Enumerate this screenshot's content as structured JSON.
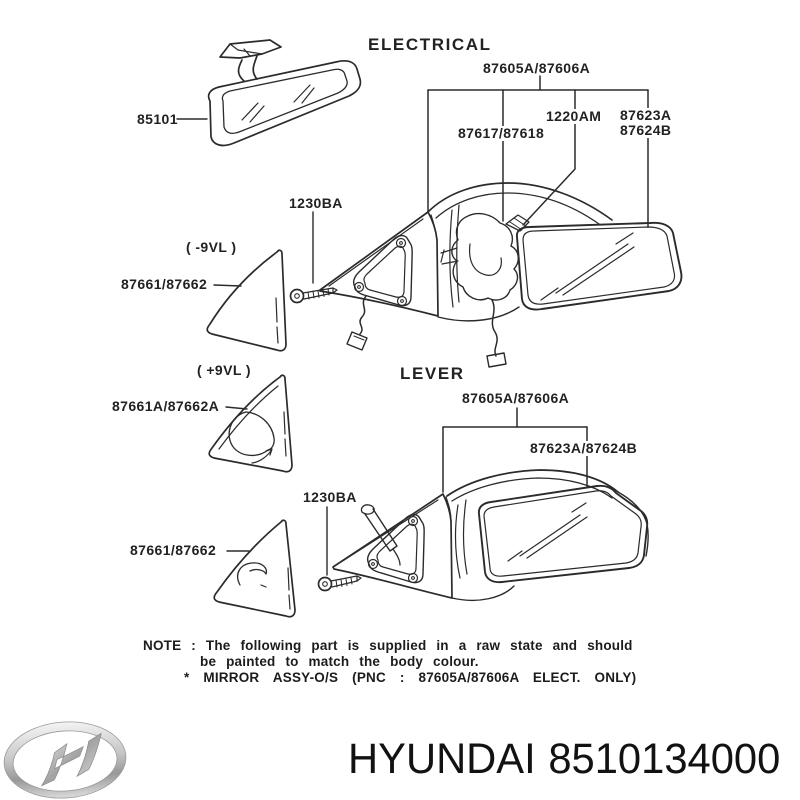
{
  "page": {
    "background": "#ffffff",
    "line_color": "#2b2b2b"
  },
  "diagram": {
    "interior_mirror": {
      "part": "85101"
    },
    "electrical": {
      "title": "ELECTRICAL",
      "mirror_assy": "87605A/87606A",
      "actuator": "87617/87618",
      "grommet": "1220AM",
      "glass_line1": "87623A",
      "glass_line2": "87624B",
      "screw": "1230BA"
    },
    "covers": {
      "variant1_caption": "( -9VL )",
      "variant1_part": "87661/87662",
      "variant2_caption": "( +9VL )",
      "variant2_part": "87661A/87662A",
      "variant3_part": "87661/87662"
    },
    "lever": {
      "title": "LEVER",
      "mirror_assy": "87605A/87606A",
      "glass": "87623A/87624B",
      "screw": "1230BA"
    },
    "note": {
      "line1": "NOTE : The following part is supplied in a raw state and should",
      "line2": "be painted to match the body colour.",
      "line3": "* MIRROR ASSY-O/S (PNC : 87605A/87606A ELECT. ONLY)"
    }
  },
  "footer": {
    "brand": "HYUNDAI",
    "part_number": "8510134000"
  }
}
